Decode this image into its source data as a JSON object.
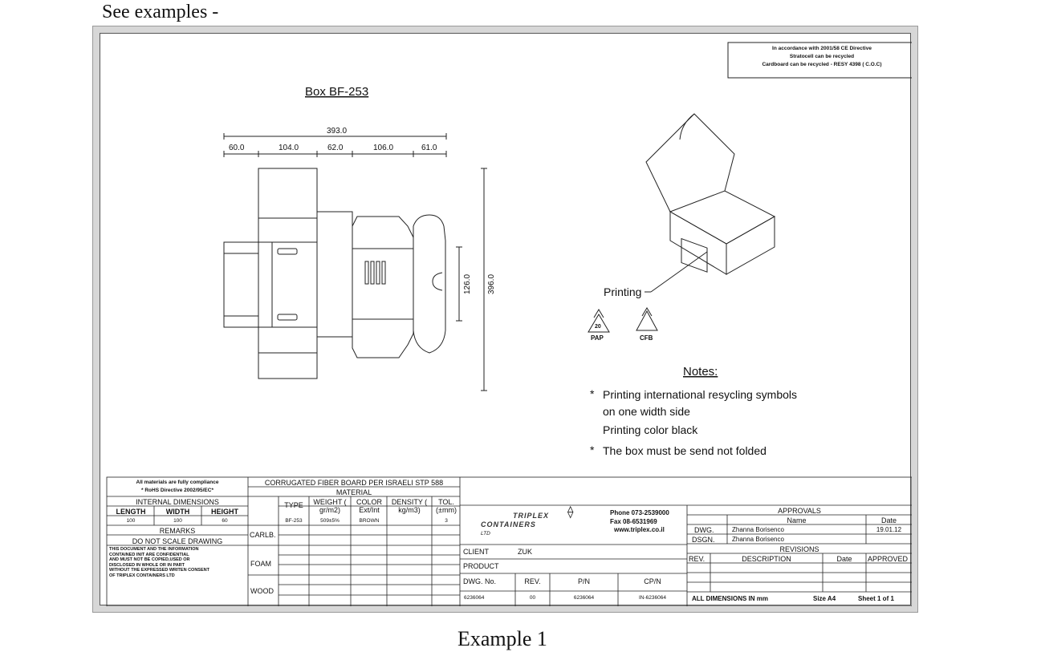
{
  "captions": {
    "top": "See examples -",
    "bottom": "Example 1"
  },
  "directive": {
    "line1": "In accordance with 2001/58 CE Directive",
    "line2": "Stratocell can be recycled",
    "line3": "Cardboard can be recycled - RESY 4398  ( C.O.C)"
  },
  "box_title": "Box BF-253",
  "dimensions": {
    "total_width": "393.0",
    "segments": [
      "60.0",
      "104.0",
      "62.0",
      "106.0",
      "61.0"
    ],
    "height": "396.0",
    "inner_height": "126.0"
  },
  "printing_label": "Printing",
  "recycle": {
    "pap_number": "20",
    "pap_label": "PAP",
    "cfb_label": "CFB"
  },
  "notes": {
    "title": "Notes:",
    "items": [
      {
        "bullet": "*",
        "lines": [
          "Printing international resycling symbols",
          "on one width side",
          "Printing color black"
        ]
      },
      {
        "bullet": "*",
        "lines": [
          "The box must be send not folded"
        ]
      }
    ]
  },
  "compliance": {
    "line1": "All materials are fully compliance",
    "line2": "* RoHS Directive 2002/95/EC*"
  },
  "internal_dims": {
    "title": "INTERNAL DIMENSIONS",
    "headers": [
      "LENGTH",
      "WIDTH",
      "HEIGHT"
    ],
    "values": [
      "100",
      "100",
      "60"
    ]
  },
  "remarks": "REMARKS",
  "do_not_scale": "DO NOT SCALE DRAWING",
  "confidential": [
    "THIS DOCUMENT AND THE INFORMATION",
    "CONTAINED INIT ARE CONFIDENTIAL",
    "AND MUST NOT BE COPIED,USED OR",
    "DISCLOSED IN WHOLE OR IN PART",
    "WITHOUT THE EXPRESSED WRITEN CONSENT",
    "OF TRIPLEX CONTAINERS LTD"
  ],
  "material": {
    "header": "CORRUGATED FIBER BOARD PER ISRAELI STP 588",
    "title": "MATERIAL",
    "columns": [
      "TYPE",
      "WEIGHT ( gr/m2)",
      "COLOR Ext/Int",
      "DENSITY ( kg/m3)",
      "TOL. (±mm)"
    ],
    "rows": [
      {
        "label": "CARLB.",
        "type": "BF-253",
        "weight": "509±5%",
        "color": "BROWN",
        "density": "",
        "tol": "3"
      }
    ],
    "foam": "FOAM",
    "wood": "WOOD"
  },
  "company": {
    "name_line1": "TRIPLEX",
    "name_line2": "CONTAINERS",
    "ltd": "LTD",
    "phone": "Phone  073-2539000",
    "fax": "Fax    08-6531969",
    "web": "www.triplex.co.il"
  },
  "client": {
    "label": "CLIENT",
    "value": "ZUK"
  },
  "product": {
    "label": "PRODUCT",
    "value": ""
  },
  "dwg_table": {
    "headers": [
      "DWG. No.",
      "REV.",
      "P/N",
      "CP/N"
    ],
    "values": [
      "6236064",
      "00",
      "6236064",
      "IN-6236064"
    ]
  },
  "approvals": {
    "title": "APPROVALS",
    "name_header": "Name",
    "date_header": "Date",
    "rows": [
      {
        "role": "DWG.",
        "name": "Zhanna Borisenco",
        "date": "19.01.12"
      },
      {
        "role": "DSGN.",
        "name": "Zhanna Borisenco",
        "date": ""
      }
    ]
  },
  "revisions": {
    "title": "REVISIONS",
    "headers": [
      "REV.",
      "DESCRIPTION",
      "Date",
      "APPROVED"
    ]
  },
  "footer": {
    "units": "ALL DIMENSIONS IN mm",
    "size": "Size A4",
    "sheet": "Sheet 1 of 1"
  }
}
